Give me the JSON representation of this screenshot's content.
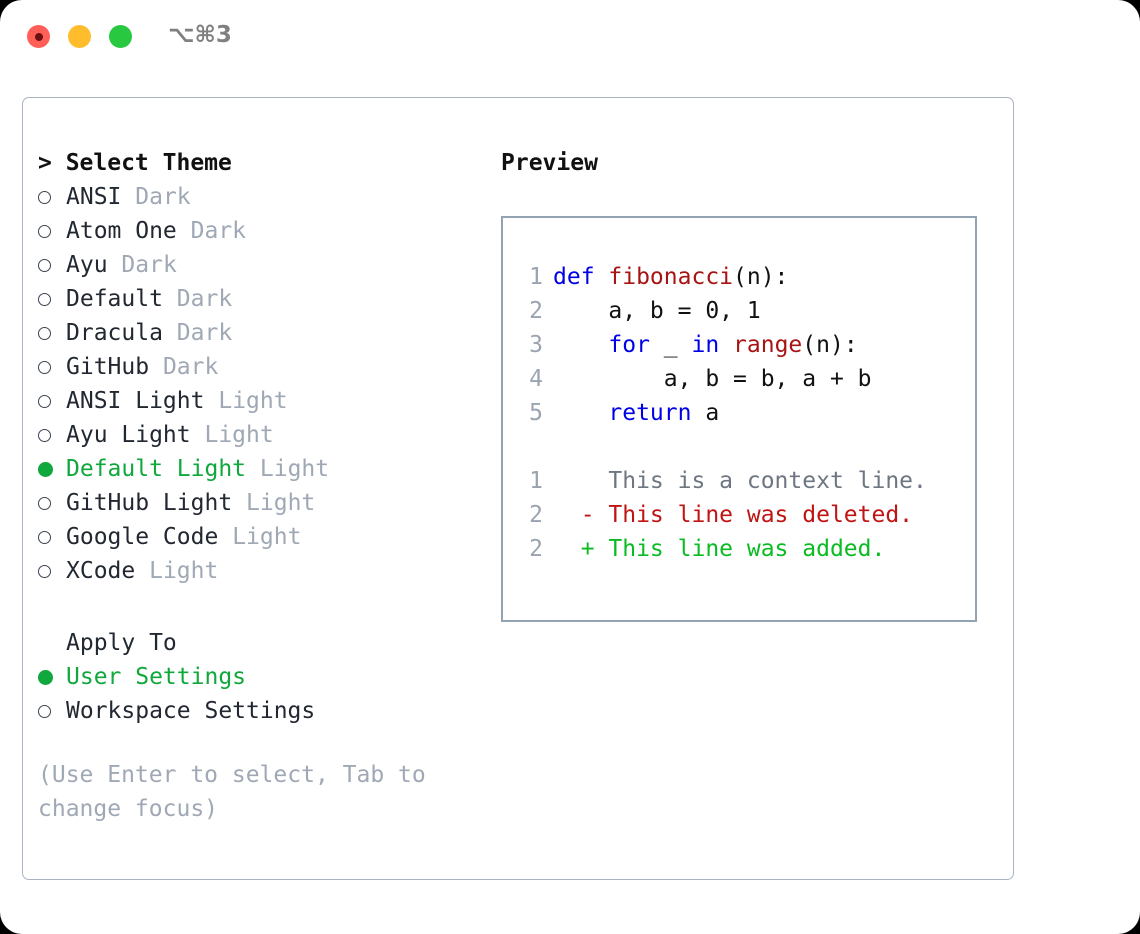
{
  "titlebar": {
    "buttons": [
      {
        "name": "close",
        "color": "#FF5F57"
      },
      {
        "name": "minimize",
        "color": "#FFBD2E"
      },
      {
        "name": "maximize",
        "color": "#28C840"
      }
    ],
    "shortcut": "⌥⌘3"
  },
  "theme_picker": {
    "header": "> Select Theme",
    "items": [
      {
        "label": "ANSI",
        "badge": "Dark",
        "selected": false
      },
      {
        "label": "Atom One",
        "badge": "Dark",
        "selected": false
      },
      {
        "label": "Ayu",
        "badge": "Dark",
        "selected": false
      },
      {
        "label": "Default",
        "badge": "Dark",
        "selected": false
      },
      {
        "label": "Dracula",
        "badge": "Dark",
        "selected": false
      },
      {
        "label": "GitHub",
        "badge": "Dark",
        "selected": false
      },
      {
        "label": "ANSI Light",
        "badge": "Light",
        "selected": false
      },
      {
        "label": "Ayu Light",
        "badge": "Light",
        "selected": false
      },
      {
        "label": "Default Light",
        "badge": "Light",
        "selected": true
      },
      {
        "label": "GitHub Light",
        "badge": "Light",
        "selected": false
      },
      {
        "label": "Google Code",
        "badge": "Light",
        "selected": false
      },
      {
        "label": "XCode",
        "badge": "Light",
        "selected": false
      }
    ]
  },
  "apply_to": {
    "title": "Apply To",
    "options": [
      {
        "label": "User Settings",
        "selected": true
      },
      {
        "label": "Workspace Settings",
        "selected": false
      }
    ]
  },
  "hint": "(Use Enter to select, Tab to change focus)",
  "preview": {
    "title": "Preview",
    "code_lines": [
      {
        "num": "1",
        "tokens": [
          {
            "t": "def ",
            "c": "kw"
          },
          {
            "t": "fibonacci",
            "c": "fn"
          },
          {
            "t": "(n):",
            "c": "pl"
          }
        ]
      },
      {
        "num": "2",
        "tokens": [
          {
            "t": "    a, b = 0, 1",
            "c": "pl"
          }
        ]
      },
      {
        "num": "3",
        "tokens": [
          {
            "t": "    ",
            "c": "pl"
          },
          {
            "t": "for",
            "c": "kw"
          },
          {
            "t": " _ ",
            "c": "pl"
          },
          {
            "t": "in ",
            "c": "kw"
          },
          {
            "t": "range",
            "c": "fn"
          },
          {
            "t": "(n):",
            "c": "pl"
          }
        ]
      },
      {
        "num": "4",
        "tokens": [
          {
            "t": "        a, b = b, a + b",
            "c": "pl"
          }
        ]
      },
      {
        "num": "5",
        "tokens": [
          {
            "t": "    ",
            "c": "pl"
          },
          {
            "t": "return",
            "c": "kw"
          },
          {
            "t": " a",
            "c": "pl"
          }
        ]
      }
    ],
    "diff_lines": [
      {
        "num": "1",
        "sign": "  ",
        "text": "This is a context line.",
        "kind": "ctx"
      },
      {
        "num": "2",
        "sign": "- ",
        "text": "This line was deleted.",
        "kind": "del"
      },
      {
        "num": "2",
        "sign": "+ ",
        "text": "This line was added.",
        "kind": "add"
      }
    ]
  },
  "colors": {
    "accent_green": "#10a83c",
    "muted": "#9fa8b4",
    "keyword": "#0000e6",
    "function": "#a81414",
    "diff_add": "#0bbb22",
    "diff_del": "#c01414",
    "border": "#93a3b1"
  }
}
